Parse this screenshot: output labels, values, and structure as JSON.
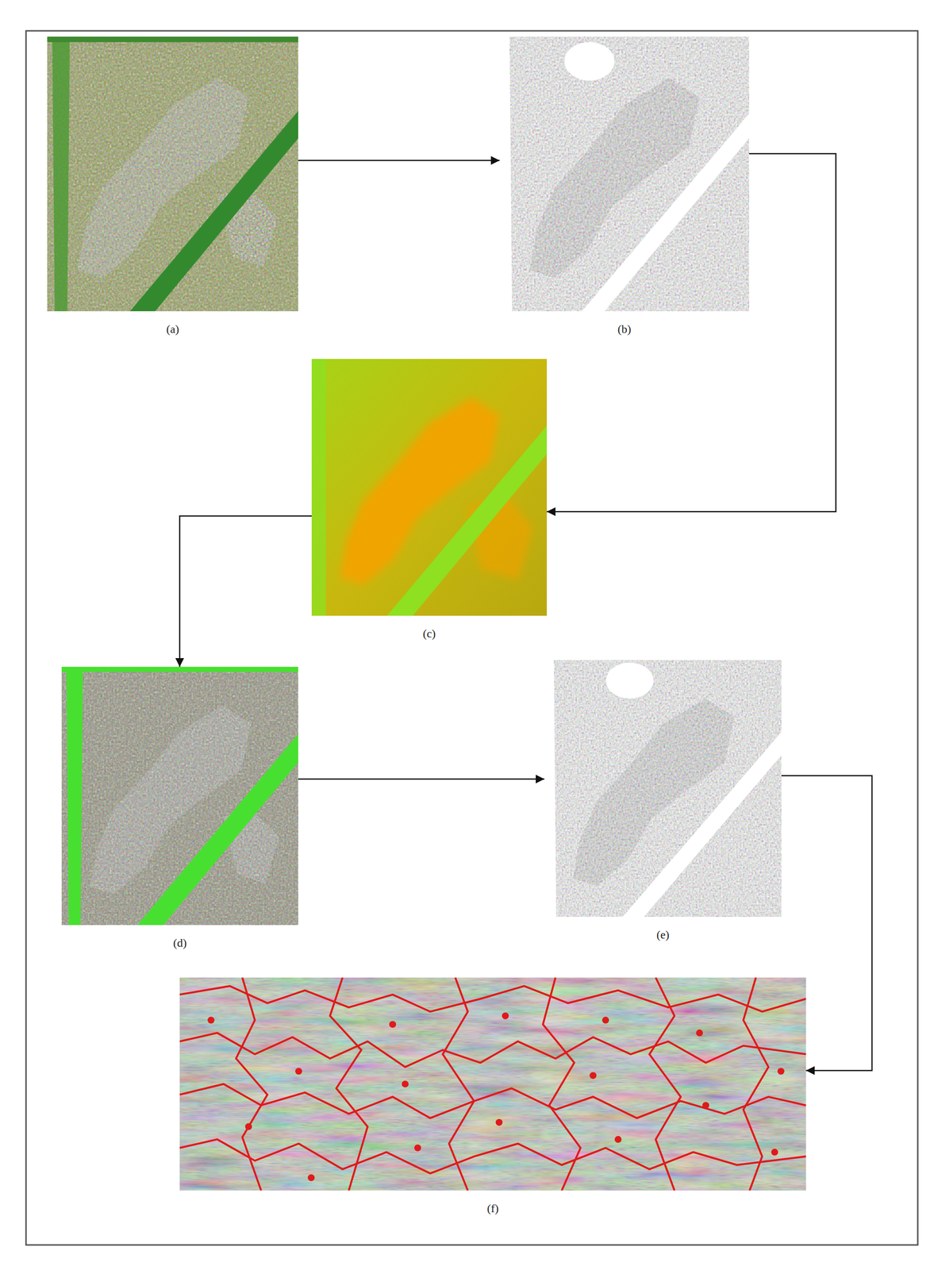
{
  "diagram": {
    "nodes": [
      {
        "text": [
          "(a)"
        ]
      },
      {
        "text": [
          "(b)"
        ]
      },
      {
        "text": [
          "(c)"
        ]
      },
      {
        "text": [
          "(d)"
        ]
      },
      {
        "text": [
          "(e)"
        ]
      },
      {
        "text": [
          "(f)"
        ]
      }
    ],
    "edges": [
      {
        "from": 0,
        "to": 1,
        "arrow": "to"
      },
      {
        "from": 1,
        "to": 2,
        "arrow": "to"
      },
      {
        "from": 2,
        "to": 3,
        "arrow": "to"
      },
      {
        "from": 3,
        "to": 4,
        "arrow": "to"
      },
      {
        "from": 4,
        "to": 5,
        "arrow": "to"
      }
    ]
  }
}
